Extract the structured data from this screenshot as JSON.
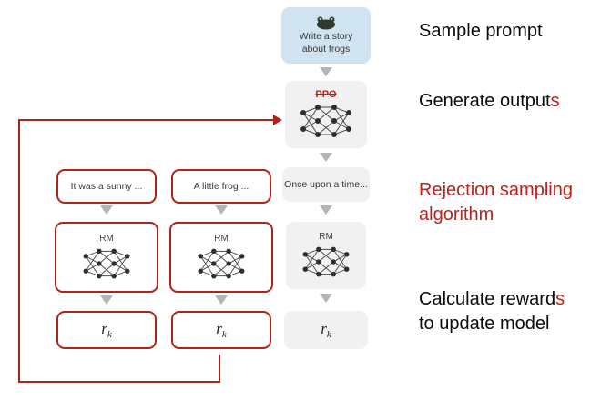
{
  "diagram": {
    "prompt_box": {
      "line1": "Write a story",
      "line2": "about frogs"
    },
    "ppo_label": "PPO",
    "sample_prompt_label": "Sample prompt",
    "generate_outputs": {
      "prefix": "Generate output",
      "suffix": "s"
    },
    "rejection_label": {
      "line1": "Rejection sampling",
      "line2": "algorithm"
    },
    "calculate_label": {
      "line1_prefix": "Calculate reward",
      "line1_suffix": "s",
      "line2": "to update model"
    },
    "outputs": {
      "left": "It was a sunny ...",
      "mid": "A little frog ...",
      "center": "Once upon a time..."
    },
    "rm_label": "RM",
    "reward": {
      "base": "r",
      "sub": "k"
    },
    "icons": {
      "frog": "frog-icon",
      "network": "neural-network-icon",
      "down_arrow": "down-arrow-icon"
    },
    "colors": {
      "accent_red": "#b02318",
      "red_text": "#c0201c",
      "prompt_blue": "#cfe3f1",
      "box_gray": "#f1f1f2",
      "arrow_gray": "#b3b5b9"
    }
  }
}
